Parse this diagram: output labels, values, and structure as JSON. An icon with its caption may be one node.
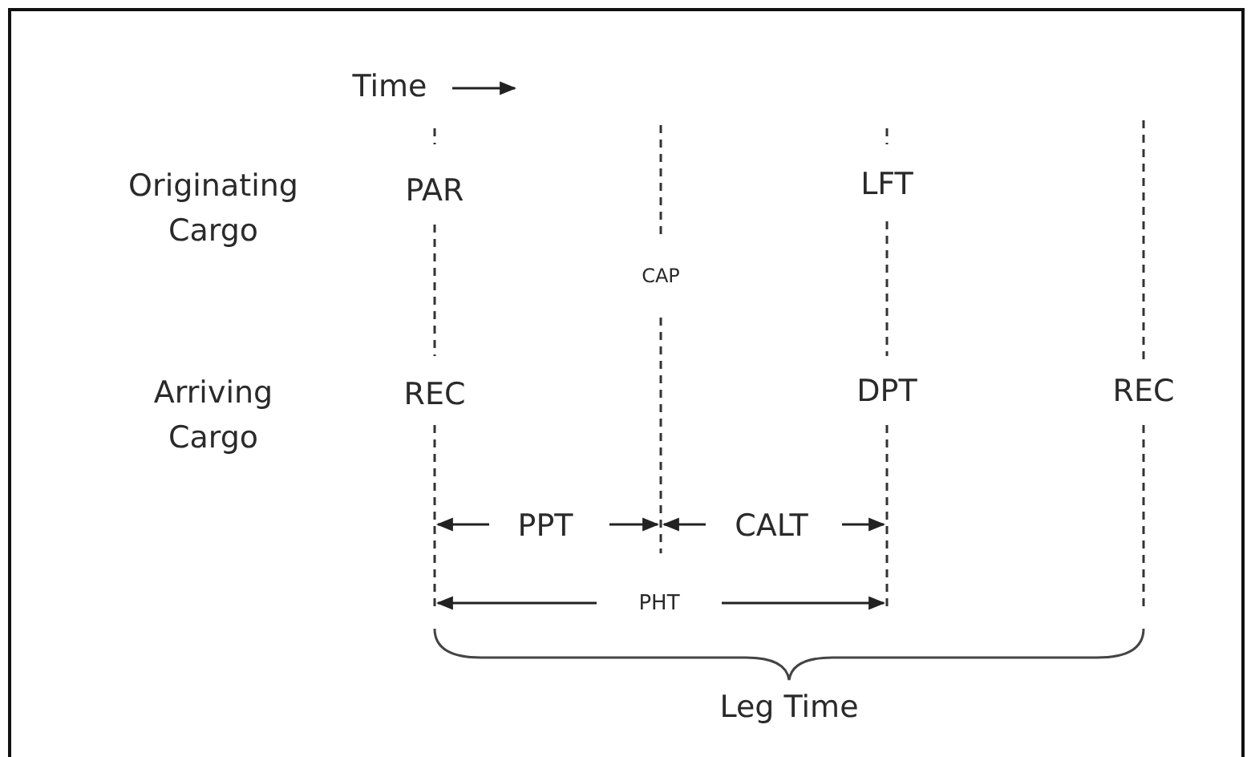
{
  "diagram": {
    "labels": [
      "Time",
      "Originating Cargo",
      "PAR",
      "LFT",
      "CAP",
      "Arriving Cargo",
      "REC",
      "DPT",
      "REC",
      "PPT",
      "CALT",
      "PHT",
      "Leg Time"
    ]
  }
}
